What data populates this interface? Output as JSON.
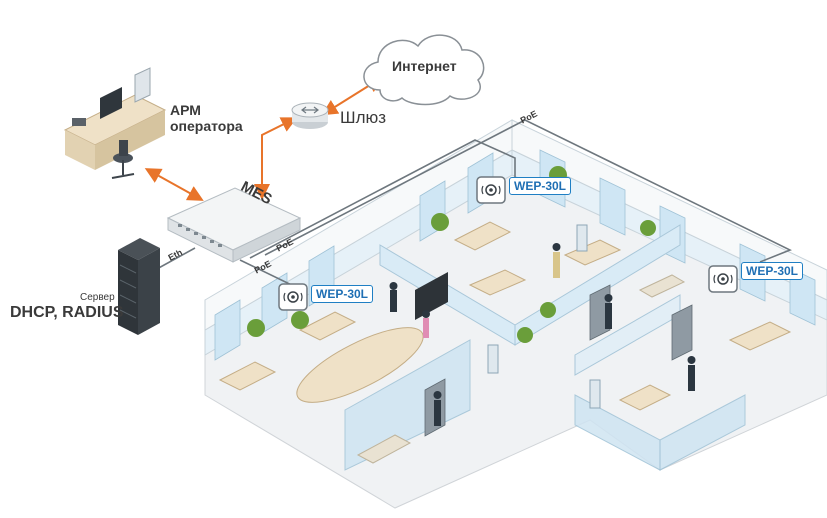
{
  "labels": {
    "internet": "Интернет",
    "gateway": "Шлюз",
    "operator": "АРМ\nоператора",
    "switch": "MES",
    "server_small": "Сервер",
    "server_big": "DHCP, RADIUS",
    "eth": "Eth",
    "poe1": "PoE",
    "poe2": "PoE",
    "poe3": "PoE"
  },
  "access_points": [
    {
      "label": "WEP-30L"
    },
    {
      "label": "WEP-30L"
    },
    {
      "label": "WEP-30L"
    }
  ],
  "colors": {
    "accent_link": "#e8742a",
    "ap_blue": "#1f7fc4",
    "glass": "#cfe6f4",
    "floor": "#e9ecef",
    "wall": "#f4f6f7"
  }
}
